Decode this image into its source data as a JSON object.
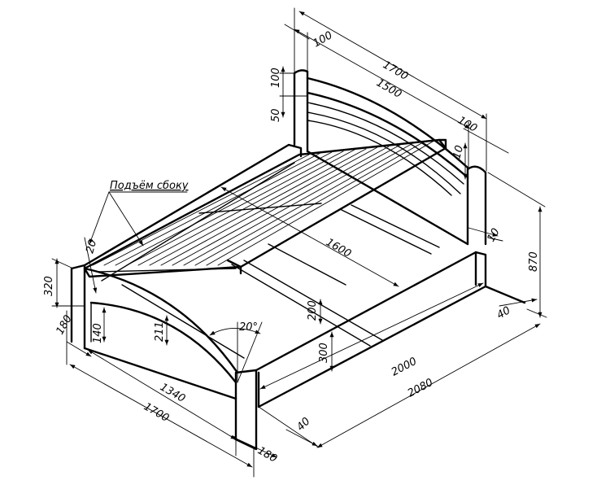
{
  "caption": "Подъём сбоку",
  "dims": {
    "d1700_top": "1700",
    "d100_topleft": "100",
    "d1500": "1500",
    "d100_topright": "100",
    "d100_vert": "100",
    "d50": "50",
    "d10_top": "10",
    "d10_right": "10",
    "d870": "870",
    "d1600": "1600",
    "d20": "20",
    "d320": "320",
    "d180_left": "180",
    "d140": "140",
    "d211": "211",
    "d20deg": "20°",
    "d200": "200",
    "d300": "300",
    "d2000": "2000",
    "d2080": "2080",
    "d40_right": "40",
    "d1340": "1340",
    "d1700_bottom": "1700",
    "d40_bottom": "40",
    "d180_bottom": "180"
  }
}
